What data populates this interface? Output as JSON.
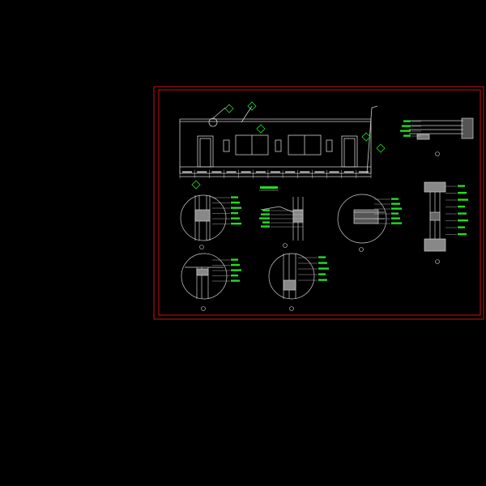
{
  "viewer": {
    "background": "#000000",
    "frame_color": "#cc1111",
    "line_color": "#cfcfcf",
    "note_color": "#22dd22"
  },
  "sheet": {
    "elevation_title": "",
    "elevation": {
      "dimension_count": 13,
      "door_count": 2,
      "window_count": 2,
      "section_marker_count": 6
    },
    "details": [
      {
        "id": "detail-1",
        "kind": "circle-section",
        "callout_count": 6
      },
      {
        "id": "detail-2",
        "kind": "wall-section",
        "callout_count": 5
      },
      {
        "id": "detail-3",
        "kind": "circle-section",
        "callout_count": 6
      },
      {
        "id": "detail-4",
        "kind": "circle-section",
        "callout_count": 5
      },
      {
        "id": "detail-5",
        "kind": "circle-section",
        "callout_count": 5
      },
      {
        "id": "detail-6",
        "kind": "jamb-section",
        "callout_count": 8
      },
      {
        "id": "detail-7",
        "kind": "plan-section",
        "callout_count": 4
      }
    ]
  }
}
